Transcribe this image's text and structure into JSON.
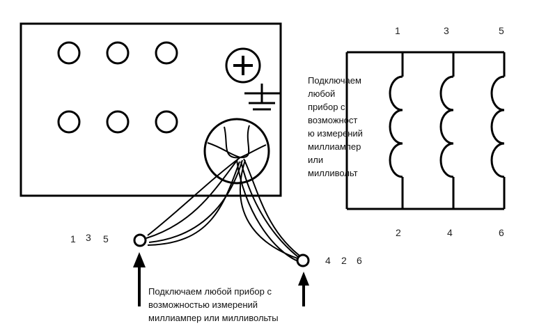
{
  "left_terminal_labels": [
    "1",
    "3",
    "5"
  ],
  "right_terminal_labels": [
    "4",
    "2",
    "6"
  ],
  "top_coil_labels": [
    "1",
    "3",
    "5"
  ],
  "bottom_coil_labels": [
    "2",
    "4",
    "6"
  ],
  "right_note": [
    "Подключаем",
    "любой",
    "прибор с",
    "возможност",
    "ю измерений",
    "миллиампер",
    "или",
    "милливольт"
  ],
  "bottom_note": [
    "Подключаем любой прибор с",
    "возможностью измерений",
    "миллиампер или милливольты"
  ],
  "symbols": {
    "plus": "plus-in-circle-icon",
    "ground": "ground-icon"
  },
  "colors": {
    "ink": "#000000",
    "text": "#111111",
    "background": "#ffffff"
  }
}
